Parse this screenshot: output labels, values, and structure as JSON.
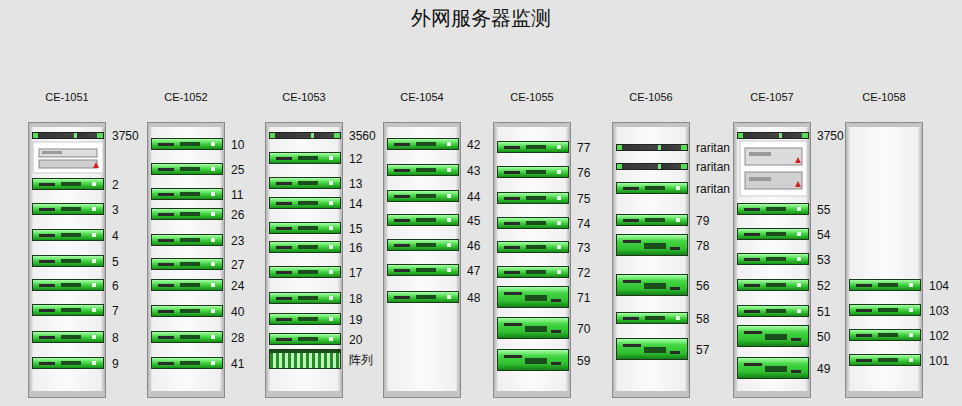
{
  "diagram": {
    "title": "外网服务器监测",
    "nodes": [
      {
        "text": [
          "CE-1051"
        ]
      },
      {
        "text": [
          "3750"
        ],
        "in": 0
      },
      {
        "text": [
          "2"
        ],
        "in": 0
      },
      {
        "text": [
          "3"
        ],
        "in": 0
      },
      {
        "text": [
          "4"
        ],
        "in": 0
      },
      {
        "text": [
          "5"
        ],
        "in": 0
      },
      {
        "text": [
          "6"
        ],
        "in": 0
      },
      {
        "text": [
          "7"
        ],
        "in": 0
      },
      {
        "text": [
          "8"
        ],
        "in": 0
      },
      {
        "text": [
          "9"
        ],
        "in": 0
      },
      {
        "text": [
          "CE-1052"
        ]
      },
      {
        "text": [
          "10"
        ],
        "in": 10
      },
      {
        "text": [
          "25"
        ],
        "in": 10
      },
      {
        "text": [
          "11"
        ],
        "in": 10
      },
      {
        "text": [
          "26"
        ],
        "in": 10
      },
      {
        "text": [
          "23"
        ],
        "in": 10
      },
      {
        "text": [
          "27"
        ],
        "in": 10
      },
      {
        "text": [
          "24"
        ],
        "in": 10
      },
      {
        "text": [
          "40"
        ],
        "in": 10
      },
      {
        "text": [
          "28"
        ],
        "in": 10
      },
      {
        "text": [
          "41"
        ],
        "in": 10
      },
      {
        "text": [
          "CE-1053"
        ]
      },
      {
        "text": [
          "3560"
        ],
        "in": 21
      },
      {
        "text": [
          "12"
        ],
        "in": 21
      },
      {
        "text": [
          "13"
        ],
        "in": 21
      },
      {
        "text": [
          "14"
        ],
        "in": 21
      },
      {
        "text": [
          "15"
        ],
        "in": 21
      },
      {
        "text": [
          "16"
        ],
        "in": 21
      },
      {
        "text": [
          "17"
        ],
        "in": 21
      },
      {
        "text": [
          "18"
        ],
        "in": 21
      },
      {
        "text": [
          "19"
        ],
        "in": 21
      },
      {
        "text": [
          "20"
        ],
        "in": 21
      },
      {
        "text": [
          "阵列"
        ],
        "in": 21
      },
      {
        "text": [
          "CE-1054"
        ]
      },
      {
        "text": [
          "42"
        ],
        "in": 33
      },
      {
        "text": [
          "43"
        ],
        "in": 33
      },
      {
        "text": [
          "44"
        ],
        "in": 33
      },
      {
        "text": [
          "45"
        ],
        "in": 33
      },
      {
        "text": [
          "46"
        ],
        "in": 33
      },
      {
        "text": [
          "47"
        ],
        "in": 33
      },
      {
        "text": [
          "48"
        ],
        "in": 33
      },
      {
        "text": [
          "CE-1055"
        ]
      },
      {
        "text": [
          "77"
        ],
        "in": 41
      },
      {
        "text": [
          "76"
        ],
        "in": 41
      },
      {
        "text": [
          "75"
        ],
        "in": 41
      },
      {
        "text": [
          "74"
        ],
        "in": 41
      },
      {
        "text": [
          "73"
        ],
        "in": 41
      },
      {
        "text": [
          "72"
        ],
        "in": 41
      },
      {
        "text": [
          "71"
        ],
        "in": 41
      },
      {
        "text": [
          "70"
        ],
        "in": 41
      },
      {
        "text": [
          "59"
        ],
        "in": 41
      },
      {
        "text": [
          "CE-1056"
        ]
      },
      {
        "text": [
          "raritan"
        ],
        "in": 51
      },
      {
        "text": [
          "raritan"
        ],
        "in": 51
      },
      {
        "text": [
          "raritan"
        ],
        "in": 51
      },
      {
        "text": [
          "79"
        ],
        "in": 51
      },
      {
        "text": [
          "78"
        ],
        "in": 51
      },
      {
        "text": [
          "56"
        ],
        "in": 51
      },
      {
        "text": [
          "58"
        ],
        "in": 51
      },
      {
        "text": [
          "57"
        ],
        "in": 51
      },
      {
        "text": [
          "CE-1057"
        ]
      },
      {
        "text": [
          "3750"
        ],
        "in": 60
      },
      {
        "text": [
          "55"
        ],
        "in": 60
      },
      {
        "text": [
          "54"
        ],
        "in": 60
      },
      {
        "text": [
          "53"
        ],
        "in": 60
      },
      {
        "text": [
          "52"
        ],
        "in": 60
      },
      {
        "text": [
          "51"
        ],
        "in": 60
      },
      {
        "text": [
          "50"
        ],
        "in": 60
      },
      {
        "text": [
          "49"
        ],
        "in": 60
      },
      {
        "text": [
          "CE-1058"
        ]
      },
      {
        "text": [
          "104"
        ],
        "in": 69
      },
      {
        "text": [
          "103"
        ],
        "in": 69
      },
      {
        "text": [
          "102"
        ],
        "in": 69
      },
      {
        "text": [
          "101"
        ],
        "in": 69
      }
    ]
  }
}
